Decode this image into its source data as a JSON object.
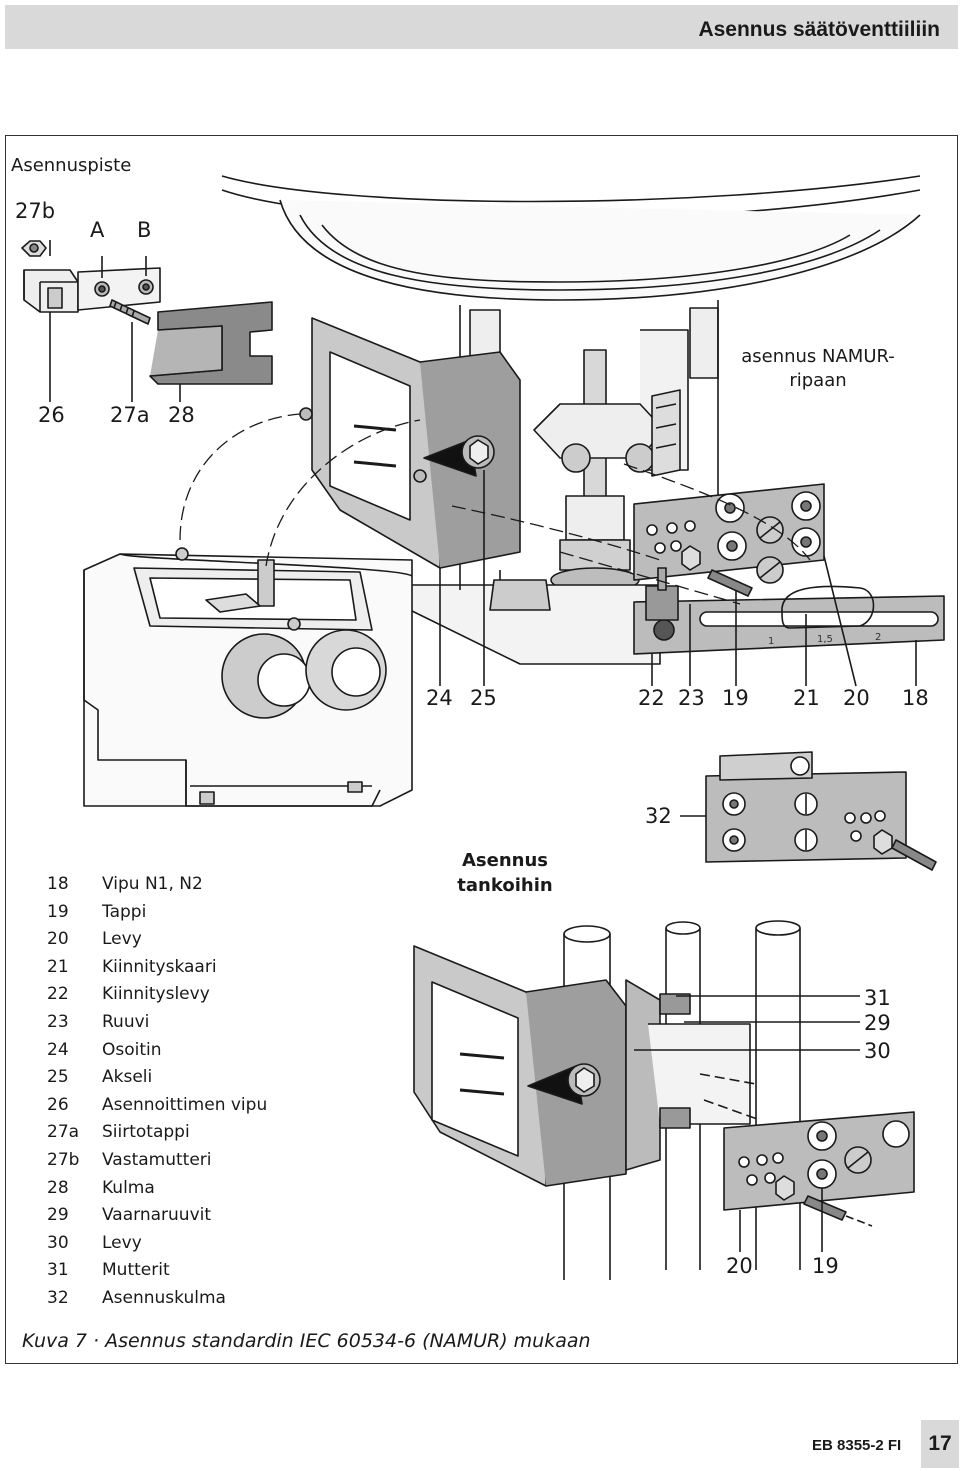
{
  "header": {
    "title": "Asennus säätöventtiiliin"
  },
  "figure": {
    "mount_point_title": "Asennuspiste",
    "mount_point_labels": {
      "p27b": "27b",
      "pA": "A",
      "pB": "B"
    },
    "namur_title": "asennus NAMUR-ripaan",
    "rod_title": "Asennus tankoihin",
    "callouts": {
      "c26": "26",
      "c27a": "27a",
      "c28": "28",
      "c24": "24",
      "c25": "25",
      "c22": "22",
      "c23": "23",
      "c19": "19",
      "c21": "21",
      "c20": "20",
      "c18": "18",
      "c32": "32",
      "c31": "31",
      "c29": "29",
      "c30": "30",
      "c20b": "20",
      "c19b": "19"
    }
  },
  "legend": [
    {
      "num": "18",
      "text": "Vipu N1, N2"
    },
    {
      "num": "19",
      "text": "Tappi"
    },
    {
      "num": "20",
      "text": "Levy"
    },
    {
      "num": "21",
      "text": "Kiinnityskaari"
    },
    {
      "num": "22",
      "text": "Kiinnityslevy"
    },
    {
      "num": "23",
      "text": "Ruuvi"
    },
    {
      "num": "24",
      "text": "Osoitin"
    },
    {
      "num": "25",
      "text": "Akseli"
    },
    {
      "num": "26",
      "text": "Asennoittimen vipu"
    },
    {
      "num": "27a",
      "text": "Siirtotappi"
    },
    {
      "num": "27b",
      "text": "Vastamutteri"
    },
    {
      "num": "28",
      "text": "Kulma"
    },
    {
      "num": "29",
      "text": "Vaarnaruuvit"
    },
    {
      "num": "30",
      "text": "Levy"
    },
    {
      "num": "31",
      "text": "Mutterit"
    },
    {
      "num": "32",
      "text": "Asennuskulma"
    }
  ],
  "caption": "Kuva 7 · Asennus standardin IEC 60534-6 (NAMUR) mukaan",
  "footer": {
    "doc_code": "EB 8355-2 FI",
    "page_number": "17"
  }
}
